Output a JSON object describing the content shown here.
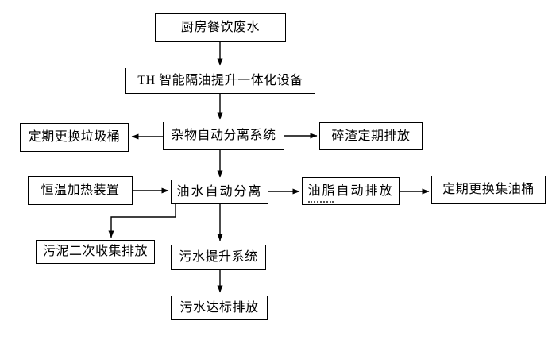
{
  "diagram": {
    "type": "flowchart",
    "nodes": {
      "kitchen": {
        "label": "厨房餐饮废水"
      },
      "device": {
        "label": "TH 智能隔油提升一体化设备"
      },
      "debris": {
        "label": "杂物自动分离系统"
      },
      "trash": {
        "label": "定期更换垃圾桶"
      },
      "residue": {
        "label": "碎渣定期排放"
      },
      "heating": {
        "label": "恒温加热装置"
      },
      "oilwater": {
        "label": "油水自动分离"
      },
      "grease": {
        "label": "油脂自动排放"
      },
      "barrel": {
        "label": "定期更换集油桶"
      },
      "sludge": {
        "label": "污泥二次收集排放"
      },
      "lift": {
        "label": "污水提升系统"
      },
      "final": {
        "label": "污水达标排放"
      }
    },
    "edges": [
      {
        "from": "kitchen",
        "to": "device",
        "direction": "down"
      },
      {
        "from": "device",
        "to": "debris",
        "direction": "down"
      },
      {
        "from": "debris",
        "to": "trash",
        "direction": "left"
      },
      {
        "from": "debris",
        "to": "residue",
        "direction": "right"
      },
      {
        "from": "debris",
        "to": "oilwater",
        "direction": "down"
      },
      {
        "from": "heating",
        "to": "oilwater",
        "direction": "right"
      },
      {
        "from": "oilwater",
        "to": "grease",
        "direction": "right"
      },
      {
        "from": "grease",
        "to": "barrel",
        "direction": "right"
      },
      {
        "from": "oilwater",
        "to": "sludge",
        "direction": "elbow-down-left"
      },
      {
        "from": "oilwater",
        "to": "lift",
        "direction": "down"
      },
      {
        "from": "lift",
        "to": "final",
        "direction": "down"
      }
    ],
    "colors": {
      "background": "#ffffff",
      "box_border": "#000000",
      "text": "#000000",
      "arrow": "#000000"
    }
  }
}
